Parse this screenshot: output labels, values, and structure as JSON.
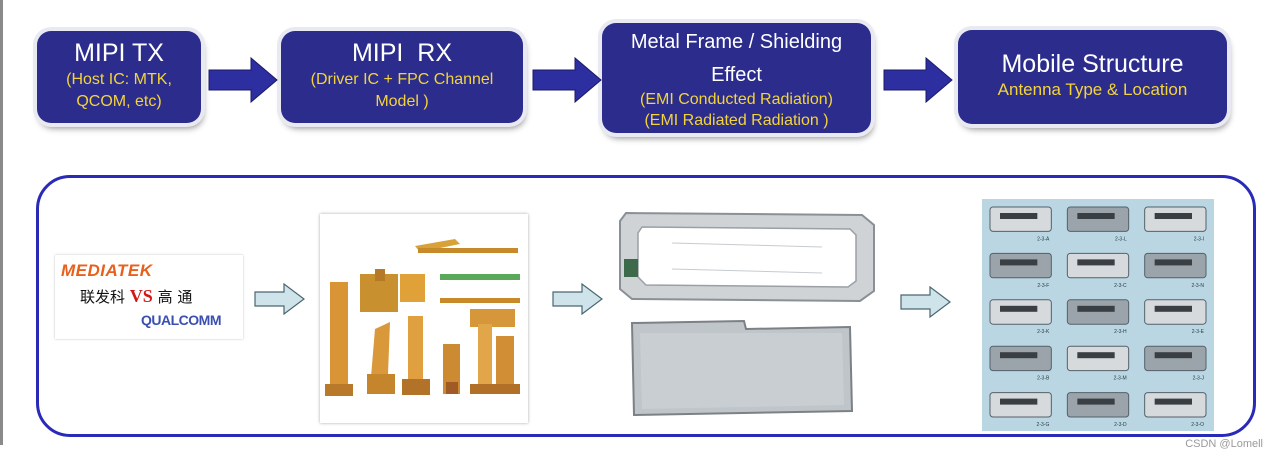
{
  "flow": {
    "box1": {
      "title": "MIPI TX",
      "sub1": "(Host IC: MTK,",
      "sub2": "QCOM, etc)"
    },
    "box2": {
      "title": "MIPI  RX",
      "sub1": "(Driver IC + FPC Channel",
      "sub2": "Model )"
    },
    "box3": {
      "title1": "Metal Frame / Shielding",
      "title2": "Effect",
      "sub1": "(EMI Conducted Radiation)",
      "sub2": "(EMI Radiated Radiation )"
    },
    "box4": {
      "title": "Mobile Structure",
      "sub1": "Antenna Type & Location"
    }
  },
  "logos": {
    "mediatek": "MEDIATEK",
    "cn_left": "联发科",
    "vs": "VS",
    "cn_right": "高 通",
    "qualcomm": "QUALCOMM"
  },
  "antenna_labels": [
    "2-3-A",
    "2-3-F",
    "2-3-K",
    "2-3-B",
    "2-3-G",
    "2-3-L",
    "2-3-C",
    "2-3-H",
    "2-3-M",
    "2-3-D",
    "2-3-I",
    "2-3-N",
    "2-3-E",
    "2-3-J",
    "2-3-O"
  ],
  "watermark": "CSDN @Lomell",
  "colors": {
    "box_fill": "#2b2c8c",
    "box_sub_text": "#f3d43a",
    "flow_arrow": "#2d2fa0",
    "panel_border": "#2a2ab8",
    "panel_arrow_fill": "#cfe3ea"
  }
}
